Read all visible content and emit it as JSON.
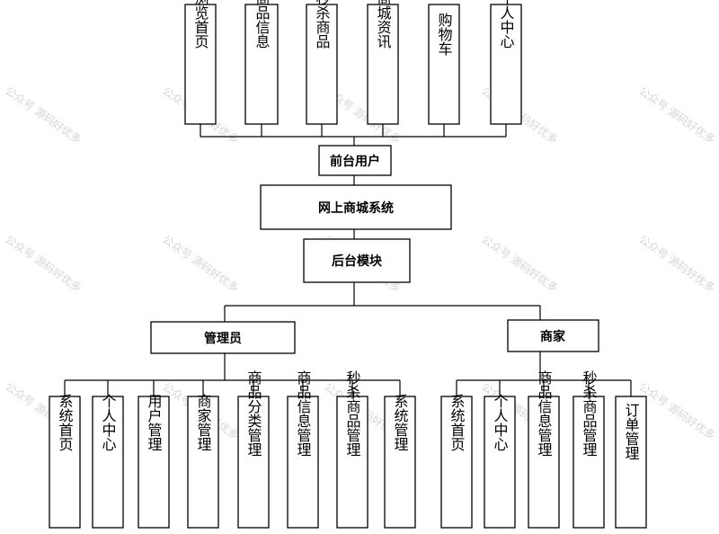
{
  "diagram": {
    "frontend_items": [
      "浏览首页",
      "商品信息",
      "秒杀商品",
      "商城资讯",
      "购物车",
      "个人中心"
    ],
    "frontend_user": "前台用户",
    "system": "网上商城系统",
    "backend": "后台模块",
    "admin": "管理员",
    "merchant": "商家",
    "admin_items": [
      "系统首页",
      "个人中心",
      "用户管理",
      "商家管理",
      "商品分类管理",
      "商品信息管理",
      "秒杀商品管理",
      "系统管理"
    ],
    "merchant_items": [
      "系统首页",
      "个人中心",
      "商品信息管理",
      "秒杀商品管理",
      "订单管理"
    ]
  },
  "watermark": "公众号 源码好优多"
}
